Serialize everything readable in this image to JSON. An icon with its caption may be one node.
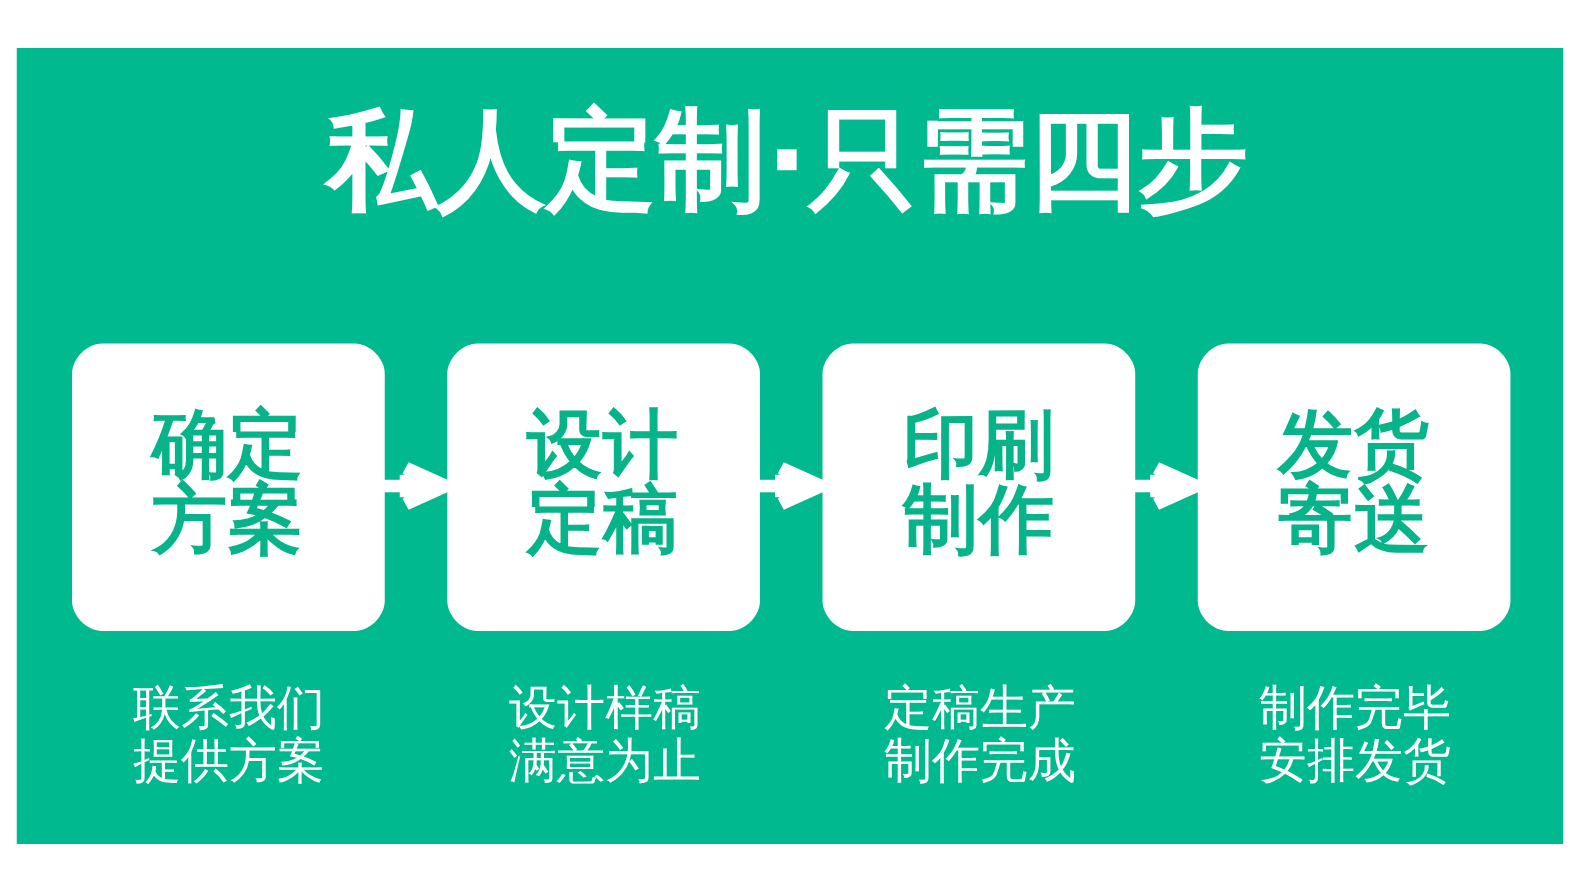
{
  "diagram": {
    "title": "私人定制·只需四步",
    "nodes": [
      {
        "text": [
          "确定方案"
        ],
        "beside": [
          "联系我们提供方案"
        ]
      },
      {
        "text": [
          "设计定稿"
        ],
        "beside": [
          "设计样稿满意为止"
        ]
      },
      {
        "text": [
          "印刷制作"
        ],
        "beside": [
          "定稿生产制作完成"
        ]
      },
      {
        "text": [
          "发货寄送"
        ],
        "beside": [
          "制作完毕安排发货"
        ]
      }
    ],
    "edges": [
      {
        "from": 0,
        "to": 1,
        "arrow": "to"
      },
      {
        "from": 1,
        "to": 2,
        "arrow": "to"
      },
      {
        "from": 2,
        "to": 3,
        "arrow": "to"
      }
    ]
  }
}
